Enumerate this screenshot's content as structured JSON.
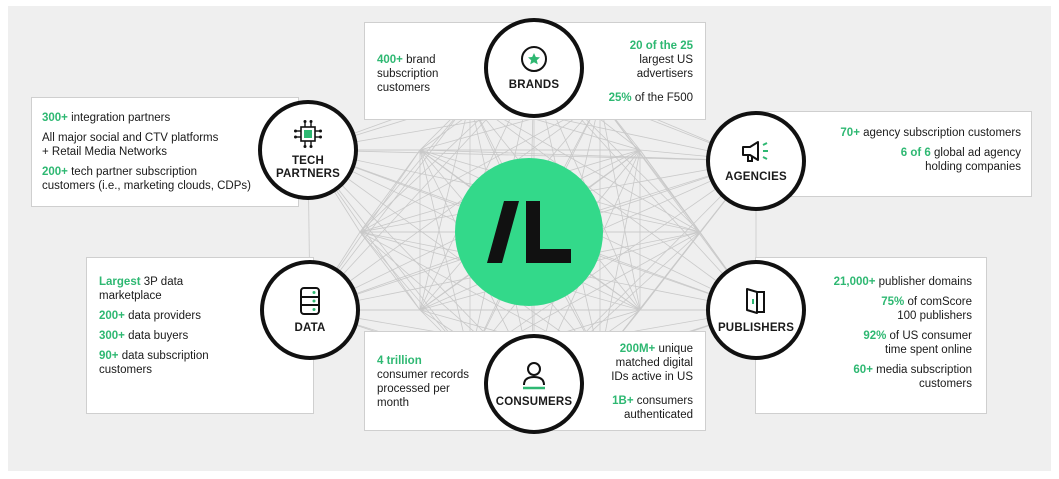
{
  "logo": {
    "text": "/L",
    "color": "#33d98a"
  },
  "accent_color": "#2eb872",
  "nodes": {
    "brands": {
      "label": "BRANDS",
      "icon": "star-badge-icon"
    },
    "tech": {
      "label_line1": "TECH",
      "label_line2": "PARTNERS",
      "icon": "chip-icon"
    },
    "agencies": {
      "label": "AGENCIES",
      "icon": "megaphone-icon"
    },
    "data": {
      "label": "DATA",
      "icon": "database-icon"
    },
    "publishers": {
      "label": "PUBLISHERS",
      "icon": "book-icon"
    },
    "consumers": {
      "label": "CONSUMERS",
      "icon": "person-icon"
    }
  },
  "brands_box": {
    "left": {
      "hl": "400+",
      "line1": " brand",
      "line2": "subscription",
      "line3": "customers"
    },
    "right1": {
      "hl": "20 of the 25",
      "line2": "largest US",
      "line3": "advertisers"
    },
    "right2": {
      "hl": "25%",
      "rest": " of the F500"
    }
  },
  "tech_box": {
    "s1": {
      "hl": "300+",
      "rest": " integration partners"
    },
    "s2": {
      "line1": "All major social and CTV platforms",
      "line2": "+ Retail Media Networks"
    },
    "s3": {
      "hl": "200+",
      "rest": " tech partner subscription",
      "line2": "customers (i.e., marketing clouds, CDPs)"
    }
  },
  "agencies_box": {
    "s1": {
      "hl": "70+",
      "rest": " agency subscription customers"
    },
    "s2": {
      "hl": "6 of 6",
      "rest": " global ad agency",
      "line2": "holding companies"
    }
  },
  "data_box": {
    "s1": {
      "hl": "Largest",
      "rest": " 3P data",
      "line2": "marketplace"
    },
    "s2": {
      "hl": "200+",
      "rest": " data providers"
    },
    "s3": {
      "hl": "300+",
      "rest": " data buyers"
    },
    "s4": {
      "hl": "90+",
      "rest": " data subscription",
      "line2": "customers"
    }
  },
  "publishers_box": {
    "s1": {
      "hl": "21,000+",
      "rest": " publisher domains"
    },
    "s2": {
      "hl": "75%",
      "rest": " of comScore",
      "line2": "100 publishers"
    },
    "s3": {
      "hl": "92%",
      "rest": " of US consumer",
      "line2": "time spent online"
    },
    "s4": {
      "hl": "60+",
      "rest": " media subscription",
      "line2": "customers"
    }
  },
  "consumers_box": {
    "left": {
      "hl": "4 trillion",
      "line2": "consumer records",
      "line3": "processed per",
      "line4": "month"
    },
    "right1": {
      "hl": "200M+",
      "rest": " unique",
      "line2": "matched digital",
      "line3": "IDs active in US"
    },
    "right2": {
      "hl": "1B+",
      "rest": " consumers",
      "line2": "authenticated"
    }
  }
}
